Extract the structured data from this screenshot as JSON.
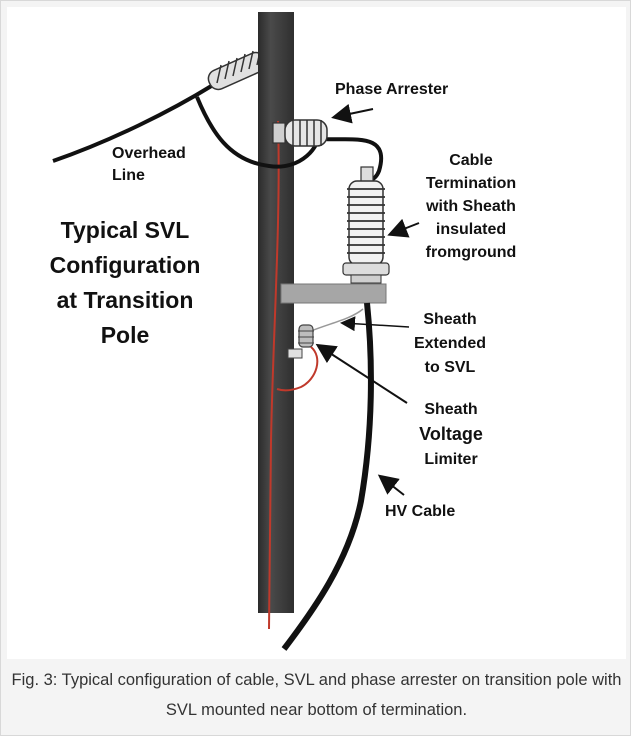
{
  "title_lines": [
    "Typical  SVL",
    "Configuration",
    "at Transition",
    "Pole"
  ],
  "labels": {
    "overhead_line": [
      "Overhead",
      "Line"
    ],
    "phase_arrester": "Phase Arrester",
    "cable_termination": [
      "Cable",
      "Termination",
      "with Sheath",
      "insulated",
      "fromground"
    ],
    "sheath_extended": [
      "Sheath",
      "Extended",
      "to SVL"
    ],
    "svl": [
      "Sheath",
      "Voltage",
      "Limiter"
    ],
    "hv_cable": "HV Cable"
  },
  "caption": "Fig. 3: Typical configuration of cable, SVL and phase arrester on transition pole with SVL mounted near bottom of termination.",
  "colors": {
    "pole": "#3a3a3a",
    "ground_wire": "#c0392b",
    "bracket": "#a6a6a6",
    "cable": "#111111"
  }
}
